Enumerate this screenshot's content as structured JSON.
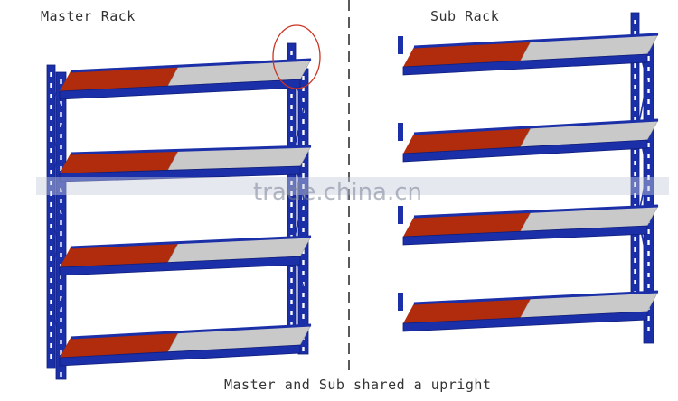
{
  "labels": {
    "master_rack": "Master Rack",
    "sub_rack": "Sub Rack",
    "caption": "Master and Sub shared a upright"
  },
  "watermark": "trade.china.cn",
  "colors": {
    "upright_blue": "#1b2fa8",
    "upright_dark": "#0f1d7a",
    "panel_red": "#b02c0c",
    "panel_grey": "#c9c9c9",
    "highlight_circle": "#cc3322",
    "divider": "#222222"
  }
}
